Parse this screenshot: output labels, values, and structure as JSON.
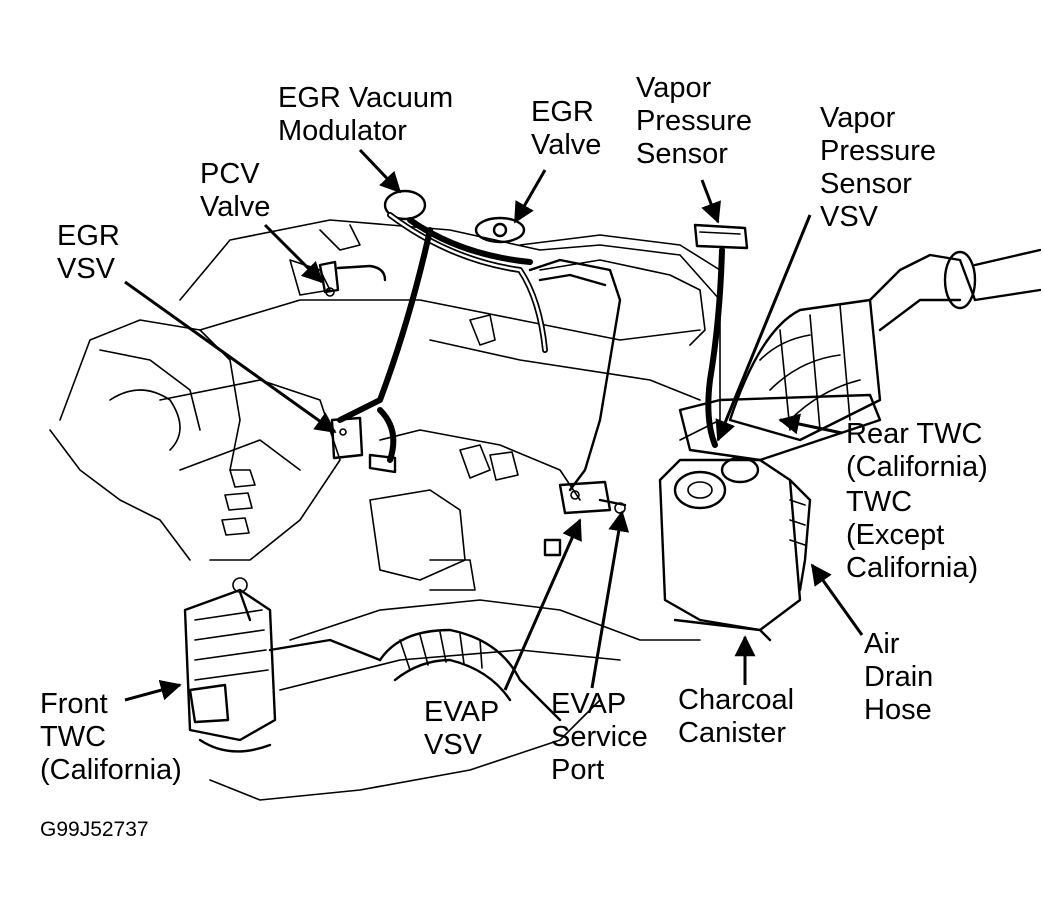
{
  "figure_code": "G99J52737",
  "labels": {
    "egr_vacuum_modulator": [
      "EGR Vacuum",
      "Modulator"
    ],
    "egr_valve": [
      "EGR",
      "Valve"
    ],
    "vapor_pressure_sensor": [
      "Vapor",
      "Pressure",
      "Sensor"
    ],
    "vapor_pressure_sensor_vsv": [
      "Vapor",
      "Pressure",
      "Sensor",
      "VSV"
    ],
    "pcv_valve": [
      "PCV",
      "Valve"
    ],
    "egr_vsv": [
      "EGR",
      "VSV"
    ],
    "rear_twc": [
      "Rear TWC",
      "(California)"
    ],
    "twc_except": [
      "TWC",
      "(Except",
      "California)"
    ],
    "air_drain_hose": [
      "Air",
      "Drain",
      "Hose"
    ],
    "charcoal_canister": [
      "Charcoal",
      "Canister"
    ],
    "evap_service_port": [
      "EVAP",
      "Service",
      "Port"
    ],
    "evap_vsv": [
      "EVAP",
      "VSV"
    ],
    "front_twc": [
      "Front",
      "TWC",
      "(California)"
    ]
  }
}
